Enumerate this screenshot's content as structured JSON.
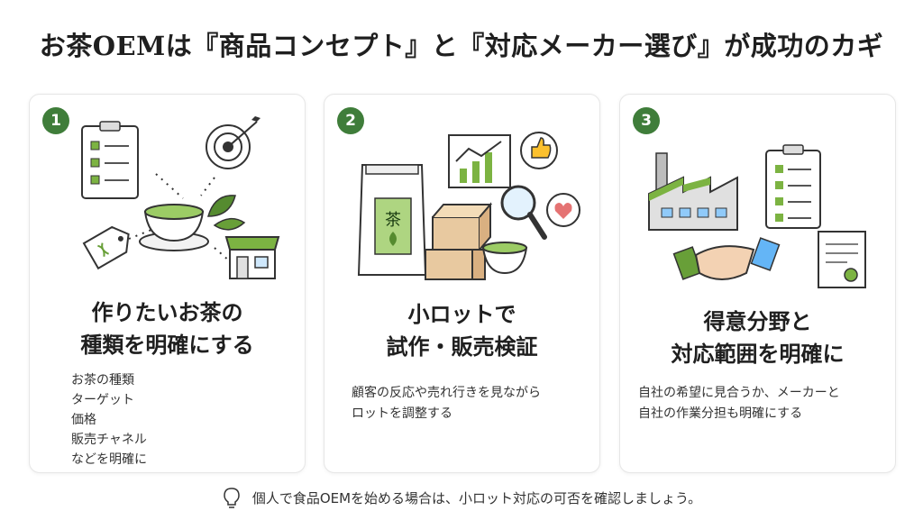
{
  "title": "お茶OEMは『商品コンセプト』と『対応メーカー選び』が成功のカギ",
  "colors": {
    "accent": "#3f7d3a",
    "border": "#e6e6e6"
  },
  "cards": [
    {
      "number": "1",
      "heading_lines": [
        "作りたいお茶の",
        "種類を明確にする"
      ],
      "list": [
        "お茶の種類",
        "ターゲット",
        "価格",
        "販売チャネル",
        "などを明確に"
      ],
      "icons": [
        "checklist-icon",
        "target-icon",
        "teacup-icon",
        "tea-leaf-icon",
        "price-tag-icon",
        "shop-icon"
      ]
    },
    {
      "number": "2",
      "heading_lines": [
        "小ロットで",
        "試作・販売検証"
      ],
      "illustration_text": "茶",
      "desc_lines": [
        "顧客の反応や売れ行きを見ながら",
        "ロットを調整する"
      ],
      "icons": [
        "tea-bag-icon",
        "boxes-icon",
        "chart-icon",
        "thumbs-up-icon",
        "magnifier-icon",
        "heart-icon",
        "teacup-icon"
      ]
    },
    {
      "number": "3",
      "heading_lines": [
        "得意分野と",
        "対応範囲を明確に"
      ],
      "desc_lines": [
        "自社の希望に見合うか、メーカーと",
        "自社の作業分担も明確にする"
      ],
      "icons": [
        "factory-icon",
        "checklist-icon",
        "handshake-icon",
        "certificate-icon"
      ]
    }
  ],
  "note": {
    "icon": "lightbulb-icon",
    "text": "個人で食品OEMを始める場合は、小ロット対応の可否を確認しましょう。"
  }
}
